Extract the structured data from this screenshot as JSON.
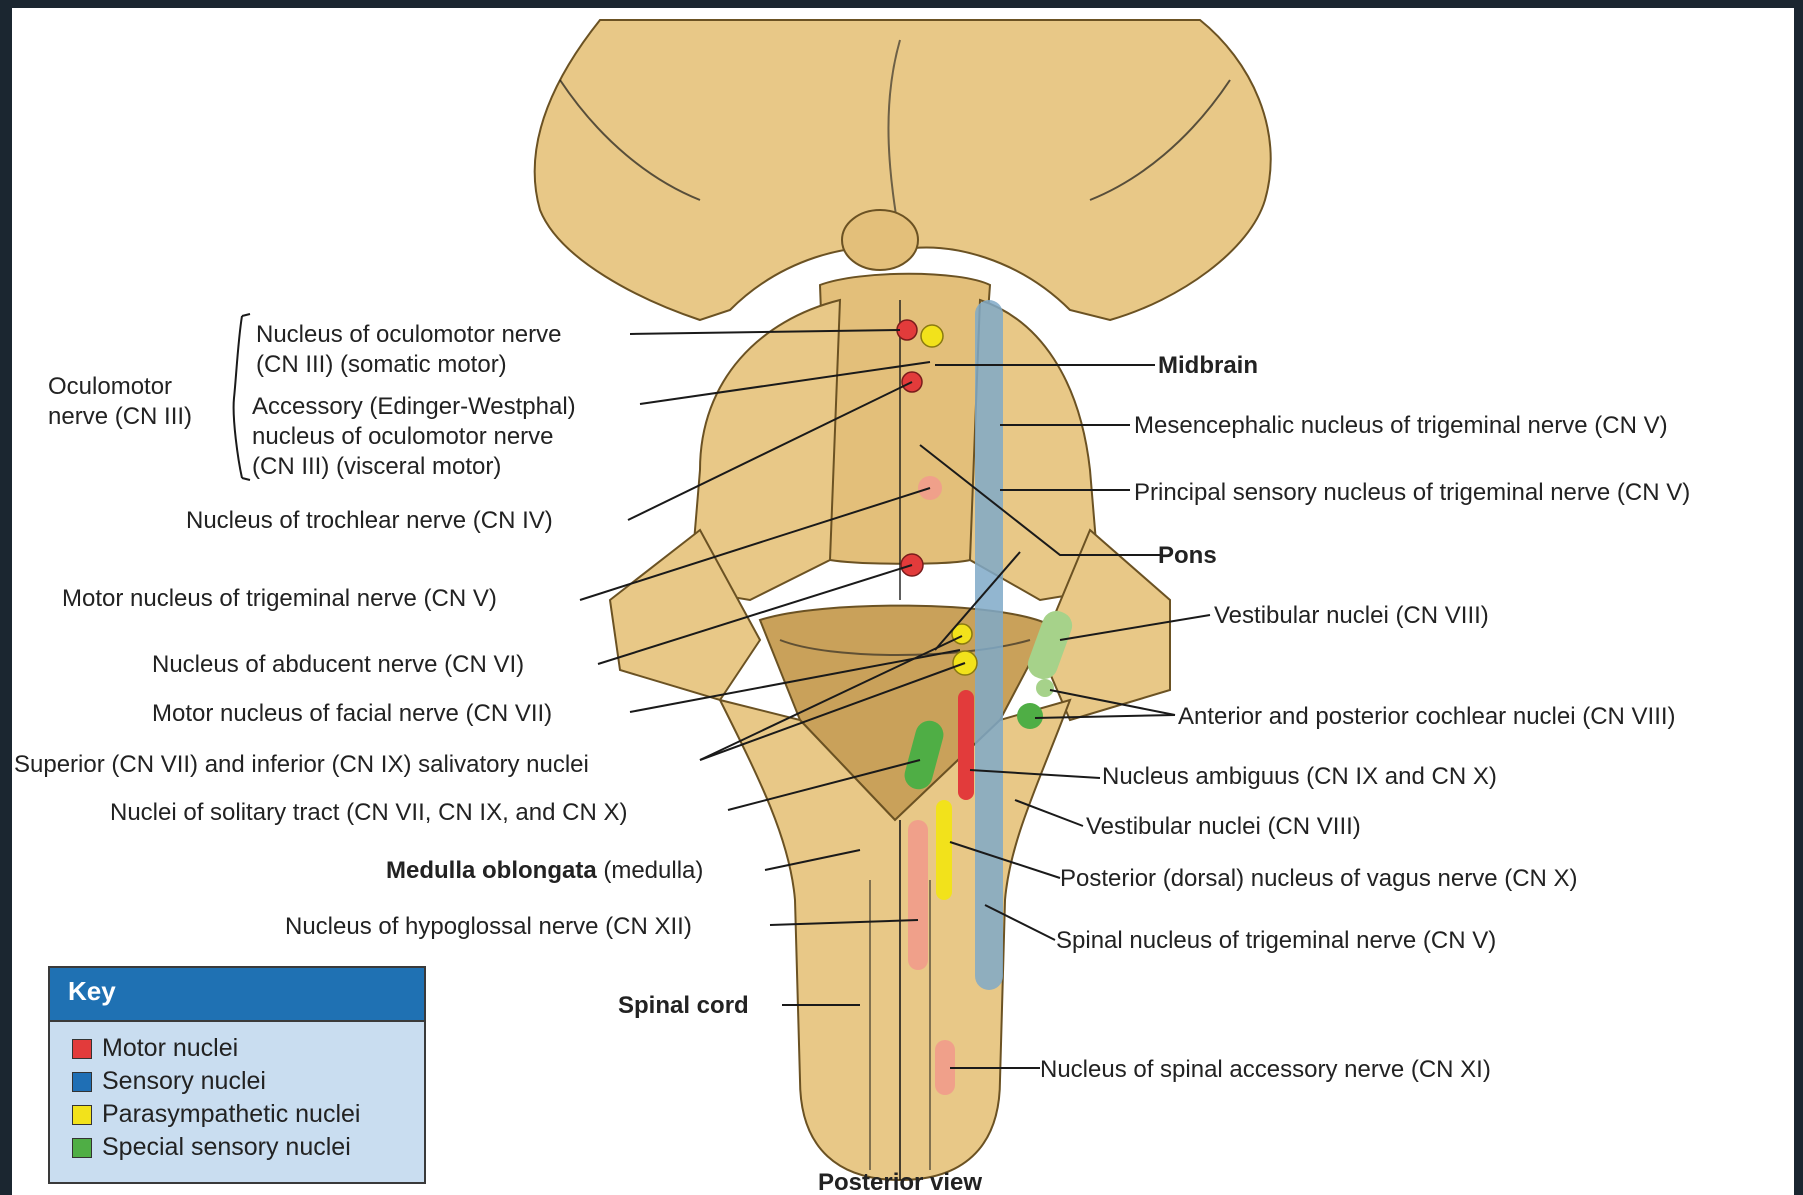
{
  "labels_left": {
    "oculomotor_group": [
      "Oculomotor",
      "nerve (CN III)"
    ],
    "oculomotor_nucleus": [
      "Nucleus of oculomotor nerve",
      "(CN III) (somatic motor)"
    ],
    "edinger_westphal": [
      "Accessory (Edinger-Westphal)",
      "nucleus of oculomotor nerve",
      "(CN III) (visceral motor)"
    ],
    "trochlear": "Nucleus of trochlear nerve (CN IV)",
    "trigeminal_motor": "Motor nucleus of trigeminal nerve (CN V)",
    "abducent": "Nucleus of abducent nerve (CN VI)",
    "facial_motor": "Motor nucleus of facial nerve (CN VII)",
    "salivatory": "Superior (CN VII) and inferior (CN IX) salivatory nuclei",
    "solitary": "Nuclei of solitary tract (CN VII, CN IX, and CN X)",
    "medulla_bold": "Medulla oblongata",
    "medulla_rest": " (medulla)",
    "hypoglossal": "Nucleus of hypoglossal nerve (CN XII)",
    "spinal_cord": "Spinal cord"
  },
  "labels_right": {
    "midbrain": "Midbrain",
    "mesencephalic": "Mesencephalic nucleus of trigeminal nerve (CN V)",
    "principal_sensory": "Principal sensory nucleus of trigeminal nerve (CN V)",
    "pons": "Pons",
    "vestibular_upper": "Vestibular nuclei (CN VIII)",
    "cochlear": "Anterior and posterior cochlear nuclei (CN VIII)",
    "ambiguus": "Nucleus ambiguus (CN IX and CN X)",
    "vestibular_lower": "Vestibular nuclei (CN VIII)",
    "vagus_dorsal": "Posterior (dorsal) nucleus of vagus nerve (CN X)",
    "spinal_trigeminal": "Spinal nucleus of trigeminal nerve (CN V)",
    "spinal_accessory": "Nucleus of spinal accessory nerve (CN XI)"
  },
  "caption": "Posterior view",
  "key": {
    "title": "Key",
    "items": [
      {
        "label": "Motor nuclei",
        "color": "#e23b3b"
      },
      {
        "label": "Sensory nuclei",
        "color": "#1f6fb5"
      },
      {
        "label": "Parasympathetic nuclei",
        "color": "#f2e21b"
      },
      {
        "label": "Special sensory nuclei",
        "color": "#4fae45"
      }
    ]
  },
  "colors": {
    "tissue": "#e8c887",
    "tissue_shade": "#c9a15a",
    "outline": "#6b5223",
    "motor": "#e23b3b",
    "motor_faded": "#f0a08a",
    "sensory": "#7fa9c8",
    "parasympathetic": "#f2e21b",
    "special_sensory": "#4fae45"
  }
}
